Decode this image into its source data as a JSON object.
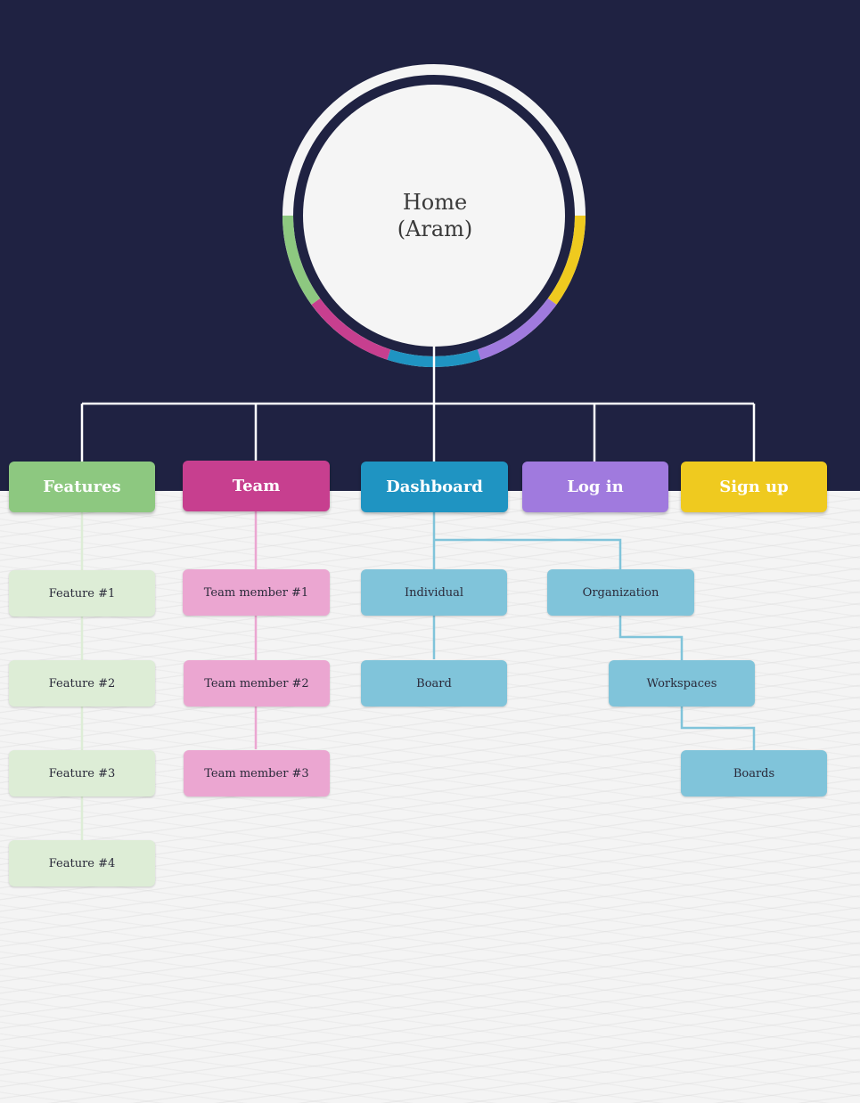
{
  "home": {
    "line1": "Home",
    "line2": "(Aram)"
  },
  "colors": {
    "background_top": "#1f2242",
    "background_bottom": "#f4f4f4",
    "features": "#8dc880",
    "features_light": "#ddedd6",
    "team": "#c73f8f",
    "team_light": "#eba6d1",
    "dashboard": "#1f94c2",
    "dashboard_light": "#80c4da",
    "login": "#a07ade",
    "signup": "#efca1f",
    "connector_white": "#ffffff",
    "ring_white": "#f5f5f5"
  },
  "main_nav": {
    "features": "Features",
    "team": "Team",
    "dashboard": "Dashboard",
    "login": "Log in",
    "signup": "Sign up"
  },
  "features_children": [
    "Feature #1",
    "Feature #2",
    "Feature #3",
    "Feature #4"
  ],
  "team_children": [
    "Team member #1",
    "Team member #2",
    "Team member #3"
  ],
  "dashboard_children": {
    "individual": "Individual",
    "board": "Board",
    "organization": "Organization",
    "workspaces": "Workspaces",
    "boards": "Boards"
  }
}
